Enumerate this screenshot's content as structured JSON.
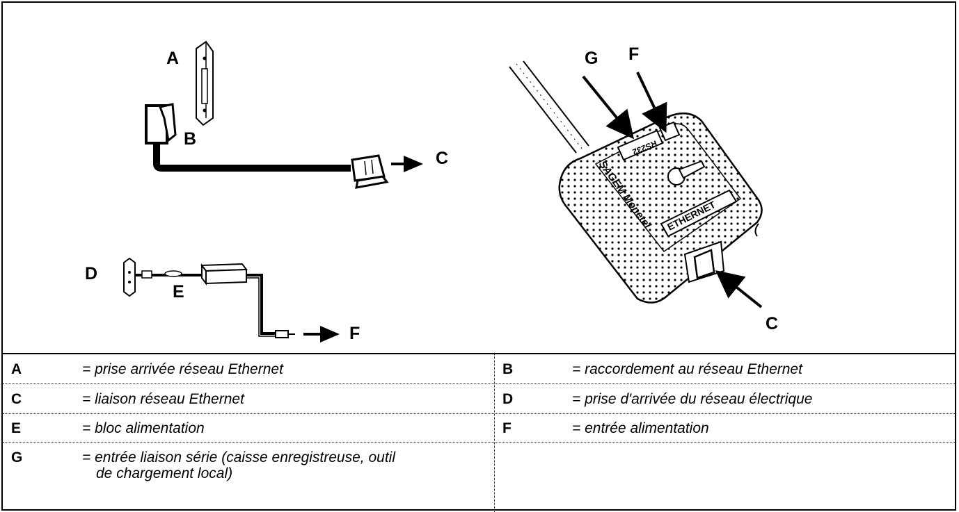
{
  "diagram": {
    "labels": {
      "A": "A",
      "B": "B",
      "C_left": "C",
      "D": "D",
      "E": "E",
      "F_left": "F",
      "G_right": "G",
      "F_right": "F",
      "C_right": "C"
    },
    "device": {
      "brand": "SAGEM Monetel",
      "port_rs232": "RS232",
      "port_ethernet": "ETHERNET"
    }
  },
  "legend": {
    "rows": [
      {
        "left": {
          "letter": "A",
          "text": "= prise arrivée réseau Ethernet"
        },
        "right": {
          "letter": "B",
          "text": "= raccordement au réseau Ethernet"
        }
      },
      {
        "left": {
          "letter": "C",
          "text": "= liaison réseau Ethernet"
        },
        "right": {
          "letter": "D",
          "text": "= prise d'arrivée du réseau électrique"
        }
      },
      {
        "left": {
          "letter": "E",
          "text": "= bloc alimentation"
        },
        "right": {
          "letter": "F",
          "text": "= entrée alimentation"
        }
      },
      {
        "left": {
          "letter": "G",
          "text": "= entrée liaison série (caisse enregistreuse, outil",
          "text2": "de chargement local)"
        },
        "right": {
          "letter": "",
          "text": ""
        }
      }
    ]
  }
}
